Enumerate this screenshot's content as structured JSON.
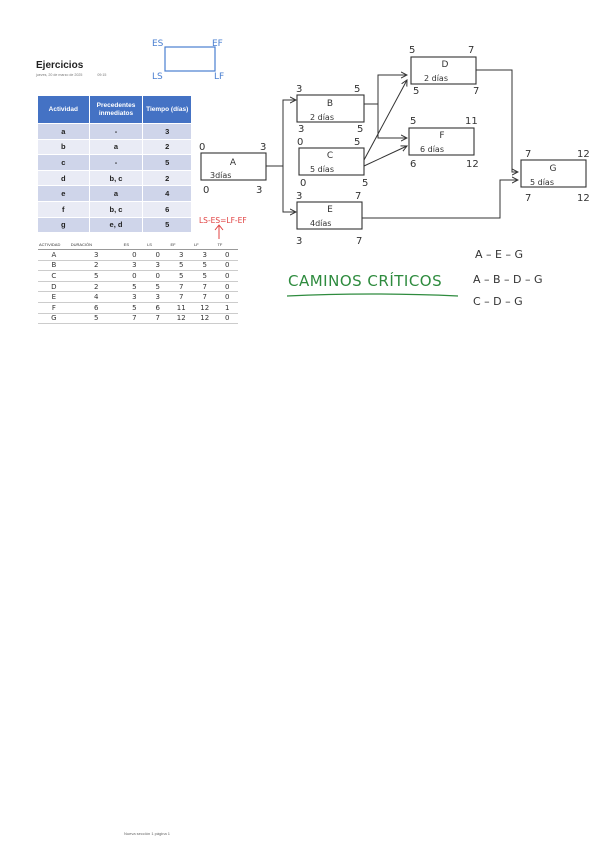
{
  "header": {
    "title": "Ejercicios",
    "date": "jueves, 20 de marzo de 2025",
    "time": "09:15"
  },
  "legend": {
    "es": "ES",
    "ef": "EF",
    "ls": "LS",
    "lf": "LF",
    "formula": "LS-ES=LF-EF"
  },
  "activity_table": {
    "columns": [
      "Actividad",
      "Precedentes inmediatos",
      "Tiempo (días)"
    ],
    "rows": [
      [
        "a",
        "-",
        "3"
      ],
      [
        "b",
        "a",
        "2"
      ],
      [
        "c",
        "-",
        "5"
      ],
      [
        "d",
        "b, c",
        "2"
      ],
      [
        "e",
        "a",
        "4"
      ],
      [
        "f",
        "b, c",
        "6"
      ],
      [
        "g",
        "e, d",
        "5"
      ]
    ]
  },
  "results_table": {
    "columns": [
      "ACTIVIDAD",
      "DURACIÓN",
      "ES",
      "LS",
      "EF",
      "LF",
      "TF"
    ],
    "rows": [
      [
        "A",
        "3",
        "0",
        "0",
        "3",
        "3",
        "0"
      ],
      [
        "B",
        "2",
        "3",
        "3",
        "5",
        "5",
        "0"
      ],
      [
        "C",
        "5",
        "0",
        "0",
        "5",
        "5",
        "0"
      ],
      [
        "D",
        "2",
        "5",
        "5",
        "7",
        "7",
        "0"
      ],
      [
        "E",
        "4",
        "3",
        "3",
        "7",
        "7",
        "0"
      ],
      [
        "F",
        "6",
        "5",
        "6",
        "11",
        "12",
        "1"
      ],
      [
        "G",
        "5",
        "7",
        "7",
        "12",
        "12",
        "0"
      ]
    ]
  },
  "network": {
    "nodes": {
      "A": {
        "label": "A",
        "duration": "3días",
        "es": "0",
        "ef": "3",
        "ls": "0",
        "lf": "3"
      },
      "B": {
        "label": "B",
        "duration": "2 días",
        "es": "3",
        "ef": "5",
        "ls": "3",
        "lf": "5"
      },
      "C": {
        "label": "C",
        "duration": "5 días",
        "es": "0",
        "ef": "5",
        "ls": "0",
        "lf": "5"
      },
      "D": {
        "label": "D",
        "duration": "2 días",
        "es": "5",
        "ef": "7",
        "ls": "5",
        "lf": "7"
      },
      "E": {
        "label": "E",
        "duration": "4días",
        "es": "3",
        "ef": "7",
        "ls": "3",
        "lf": "7"
      },
      "F": {
        "label": "F",
        "duration": "6 días",
        "es": "5",
        "ef": "11",
        "ls": "6",
        "lf": "12"
      },
      "G": {
        "label": "G",
        "duration": "5 días",
        "es": "7",
        "ef": "12",
        "ls": "7",
        "lf": "12"
      }
    }
  },
  "critical_paths": {
    "heading": "CAMINOS CRÍTICOS",
    "paths": [
      "A – E – G",
      "A – B – D – G",
      "C – D – G"
    ]
  },
  "footer": {
    "text": "Nueva sección 1 página 1"
  },
  "colors": {
    "table_header": "#4472c4",
    "legend_blue": "#4a7fd0",
    "formula_red": "#e04040",
    "heading_green": "#2e8b3e"
  }
}
